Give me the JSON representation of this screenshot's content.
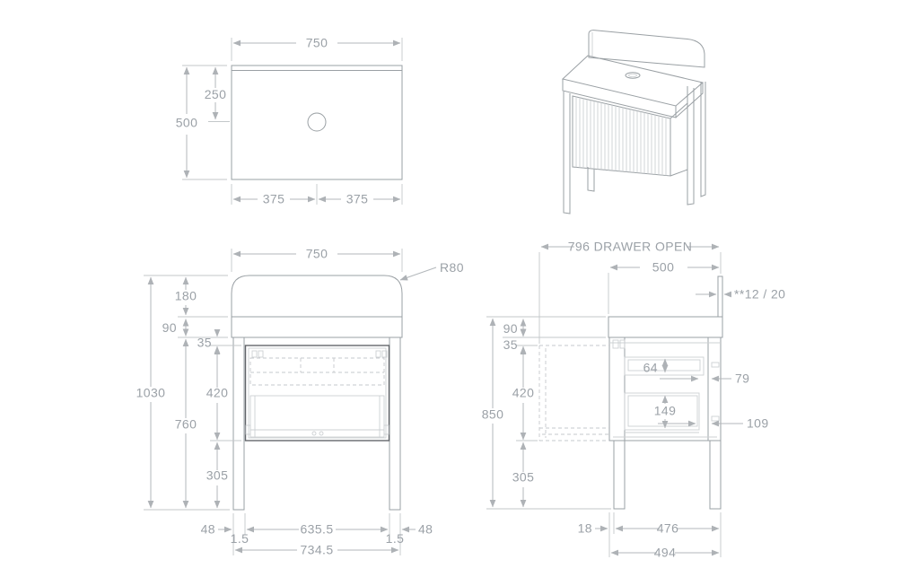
{
  "colors": {
    "background": "#ffffff",
    "object_line": "#9aa0a4",
    "dark_line": "#63676b",
    "light_line": "#cdd0d3",
    "dimension_line": "#b3b7bb",
    "text": "#9ba1a7"
  },
  "plan": {
    "width": "750",
    "depth": "500",
    "center_from_back": "250",
    "half_left": "375",
    "half_right": "375"
  },
  "front": {
    "width": "750",
    "corner_radius": "R80",
    "splash_height": "180",
    "counter_height": "90",
    "reveal": "35",
    "total_height": "1030",
    "drawer_height": "420",
    "base_height": "760",
    "leg_height": "305",
    "leg_width_left": "48",
    "gap_left": "1.5",
    "drawer_width": "635.5",
    "gap_right": "1.5",
    "leg_width_right": "48",
    "feet_span": "734.5"
  },
  "side": {
    "drawer_open": "796 DRAWER OPEN",
    "depth": "500",
    "splash_note": "**12 / 20",
    "counter_height": "90",
    "reveal": "35",
    "body_height": "420",
    "overall_height": "850",
    "upper_gap": "64",
    "upper_back_gap": "79",
    "lower_gap": "149",
    "lower_back_gap": "109",
    "leg_height": "305",
    "front_inset": "18",
    "leg_span": "476",
    "base_depth": "494"
  }
}
